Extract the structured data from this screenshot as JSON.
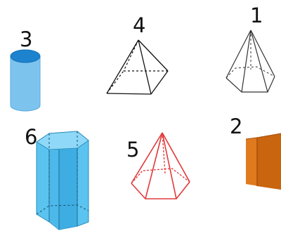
{
  "labels": {
    "cylinder": "3",
    "square_pyramid": "4",
    "pentagonal_pyramid": "1",
    "hexagonal_prism": "6",
    "pentagonal_pyramid_red": "5",
    "triangular_prism": "2"
  },
  "colors": {
    "cylinder_body": "#7cc4ee",
    "cylinder_top": "#1d83cf",
    "hexagonal_prism": "#5bc3ef",
    "pentagonal_pyramid_red": "#e03a3a",
    "triangular_prism": "#e07a1f"
  }
}
